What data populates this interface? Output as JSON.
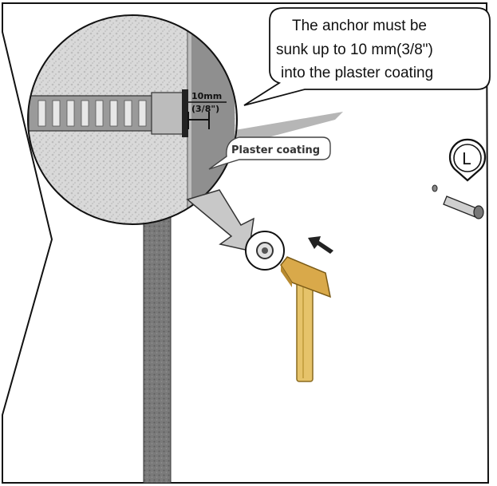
{
  "callout": {
    "line1": "The anchor must be",
    "line2": "sunk up to 10 mm(3/8\")",
    "line3": "into the plaster coating"
  },
  "plaster_label": "Plaster coating",
  "dimension": {
    "metric": "10mm",
    "imperial": "(3/8\")"
  },
  "marker_letter": "L",
  "colors": {
    "outline": "#111111",
    "wall_texture": "#cfcfcf",
    "post": "#6d6d6d",
    "hammer_wood": "#e6c36a",
    "hammer_head": "#d9a94a",
    "arrow_fill": "#c8c8c8"
  }
}
